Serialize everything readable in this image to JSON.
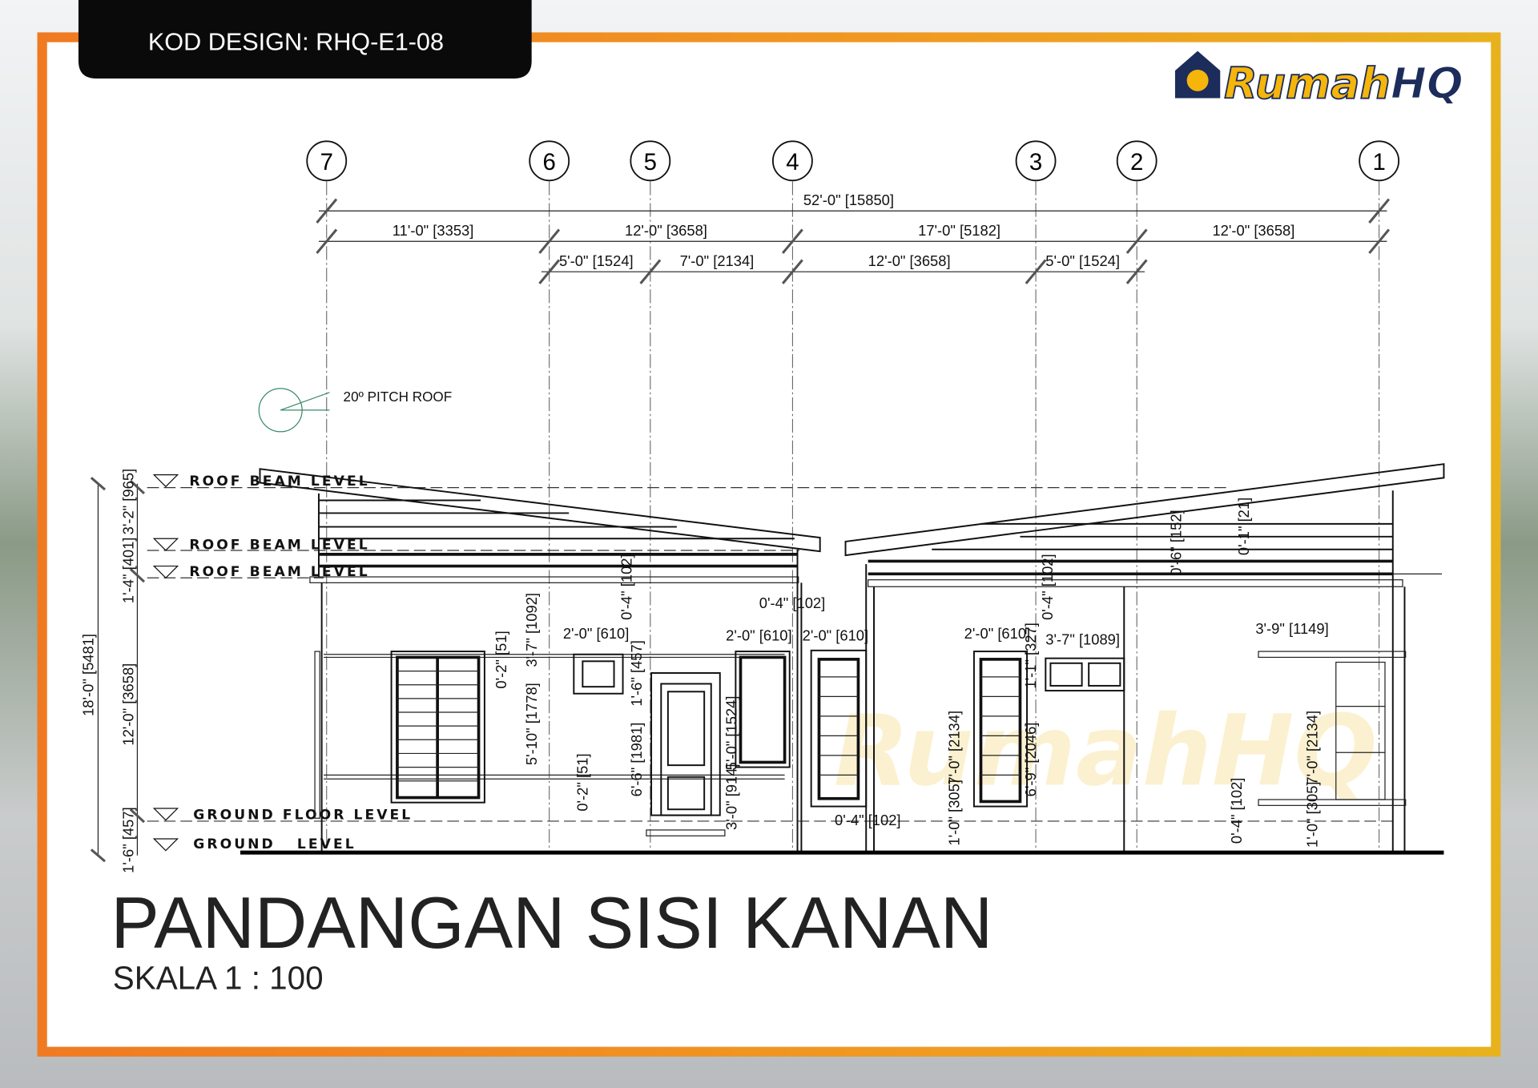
{
  "header": {
    "design_code": "KOD DESIGN: RHQ-E1-08"
  },
  "logo": {
    "text_main": "Rumah",
    "text_accent": "HQ",
    "colors": {
      "yellow": "#f5b50a",
      "navy": "#1c2c5b"
    }
  },
  "frame": {
    "accent_orange": "#f07a22",
    "accent_yellow": "#f2b01e"
  },
  "grid_bubbles": [
    "7",
    "6",
    "5",
    "4",
    "3",
    "2",
    "1"
  ],
  "top_dimensions": {
    "overall": "52'-0\" [15850]",
    "row2": [
      "11'-0\" [3353]",
      "12'-0\" [3658]",
      "17'-0\" [5182]",
      "12'-0\" [3658]"
    ],
    "row3": [
      "5'-0\" [1524]",
      "7'-0\" [2134]",
      "12'-0\" [3658]",
      "5'-0\" [1524]"
    ]
  },
  "roof_note": "20º PITCH ROOF",
  "levels": [
    "ROOF BEAM LEVEL",
    "ROOF BEAM LEVEL",
    "ROOF BEAM LEVEL",
    "GROUND FLOOR LEVEL",
    "GROUND   LEVEL"
  ],
  "left_dimensions": {
    "overall": "18'-0\" [5481]",
    "segments": [
      "3'-2\" [965]",
      "1'-4\" [401]",
      "12'-0\" [3658]",
      "1'-6\" [457]"
    ]
  },
  "interior_dimensions": {
    "h": [
      "2'-0\" [610]",
      "2'-0\" [610]",
      "0'-4\" [102]",
      "2'-0\" [610]",
      "0'-4\" [102]",
      "2'-0\" [610]",
      "3'-7\" [1089]",
      "3'-9\" [1149]"
    ],
    "v": [
      "0'-2\" [51]",
      "3'-7\" [1092]",
      "5'-10\" [1778]",
      "0'-2\" [51]",
      "0'-4\" [102]",
      "1'-6\" [457]",
      "6'-6\" [1981]",
      "5'-0\" [1524]",
      "3'-0\" [914]",
      "7'-0\" [2134]",
      "1'-0\" [305]",
      "1'-1\" [327]",
      "6'-9\" [2046]",
      "0'-4\" [102]",
      "0'-6\" [152]",
      "0'-1\" [21]",
      "0'-4\" [102]",
      "7'-0\" [2134]",
      "1'-0\" [305]"
    ]
  },
  "title": "PANDANGAN SISI KANAN",
  "scale": "SKALA 1 : 100"
}
